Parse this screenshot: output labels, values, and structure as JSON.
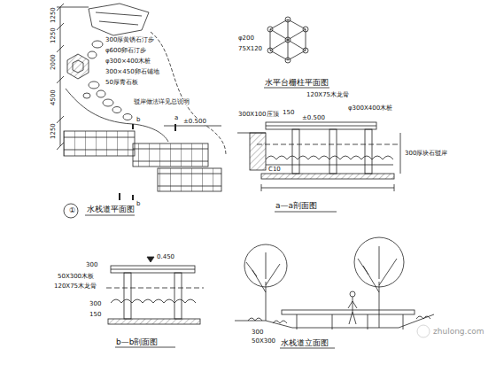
{
  "diagram": {
    "labels": [
      "1250",
      "1250",
      "2000",
      "4500",
      "1250",
      "300厚黄锈石汀步",
      "φ600卵石汀步",
      "φ300×400木桩",
      "300×450卵石铺地",
      "50厚青石板",
      "驳岸做法详见总说明",
      "b",
      "b",
      "a",
      "±0.500",
      "①",
      "水栈道平面图",
      "φ200",
      "75X120",
      "水平台栅柱平面图",
      "300X100压顶",
      "150",
      "120X75木龙骨",
      "φ300X400木桩",
      "±0.500",
      "300厚块石驳岸",
      "C10",
      "a—a剖面图",
      "0.450",
      "300",
      "50X300木板",
      "120X75木龙骨",
      "300",
      "150",
      "b—b剖面图",
      "300",
      "50X300",
      "水栈道立面图",
      "zhulong.com"
    ]
  }
}
